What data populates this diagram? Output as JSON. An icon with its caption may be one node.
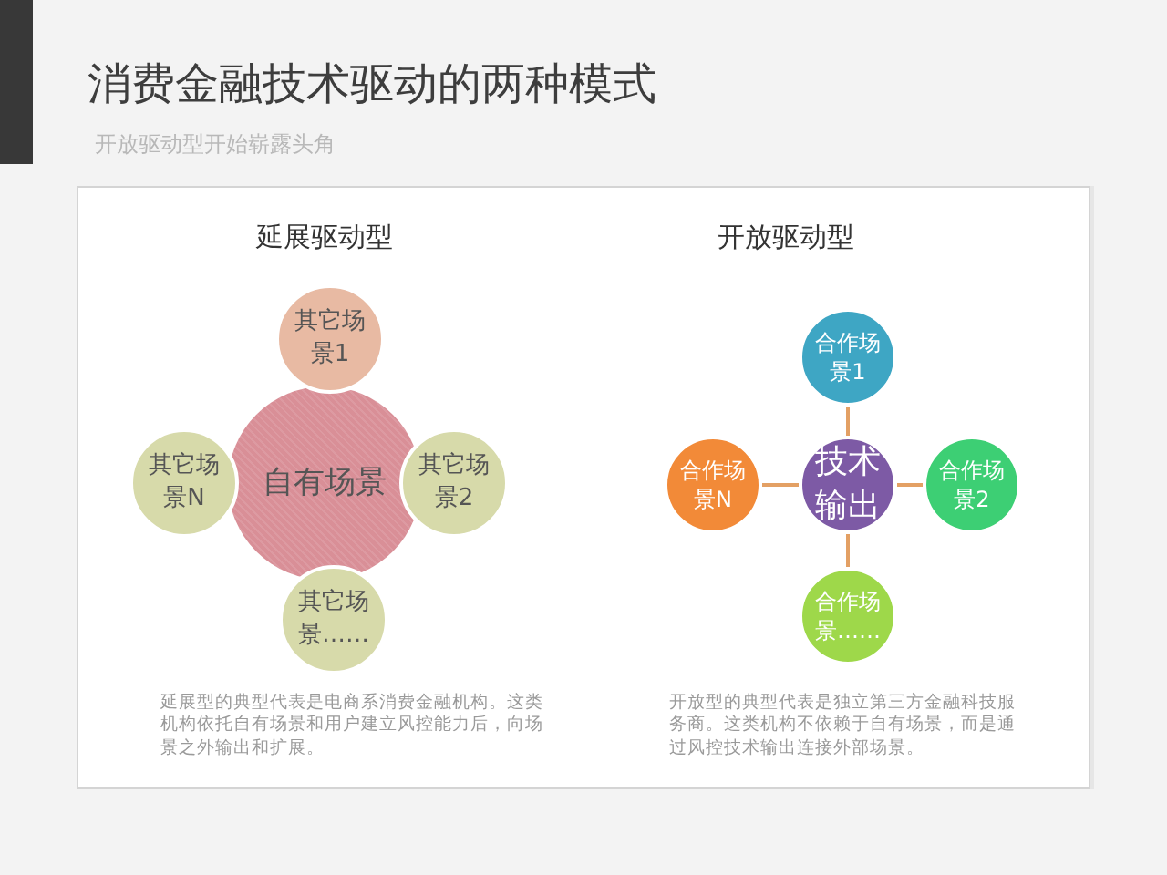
{
  "diagram": {
    "title": "消费金融技术驱动的两种模式",
    "nodes": [
      {
        "text": [
          "其它场景1"
        ]
      },
      {
        "text": [
          "其它场景N"
        ]
      },
      {
        "text": [
          "自有场景"
        ]
      },
      {
        "text": [
          "其它场景2"
        ]
      },
      {
        "text": [
          "其它场景……"
        ]
      },
      {
        "text": [
          "合作场景1"
        ]
      },
      {
        "text": [
          "合作场景N"
        ]
      },
      {
        "text": [
          "技术输出"
        ]
      },
      {
        "text": [
          "合作场景2"
        ]
      },
      {
        "text": [
          "合作场景……"
        ]
      }
    ],
    "edges": [
      {
        "from": 7,
        "to": 5,
        "arrow": "none"
      },
      {
        "from": 7,
        "to": 6,
        "arrow": "none"
      },
      {
        "from": 7,
        "to": 8,
        "arrow": "none"
      },
      {
        "from": 7,
        "to": 9,
        "arrow": "none"
      }
    ],
    "labels": [
      "开放驱动型开始崭露头角",
      "延展驱动型",
      "开放驱动型",
      "延展型的典型代表是电商系消费金融机构。这类机构依托自有场景和用户建立风控能力后，向场景之外输出和扩展。",
      "开放型的典型代表是独立第三方金融科技服务商。这类机构不依赖于自有场景，而是通过风控技术输出连接外部场景。"
    ]
  }
}
